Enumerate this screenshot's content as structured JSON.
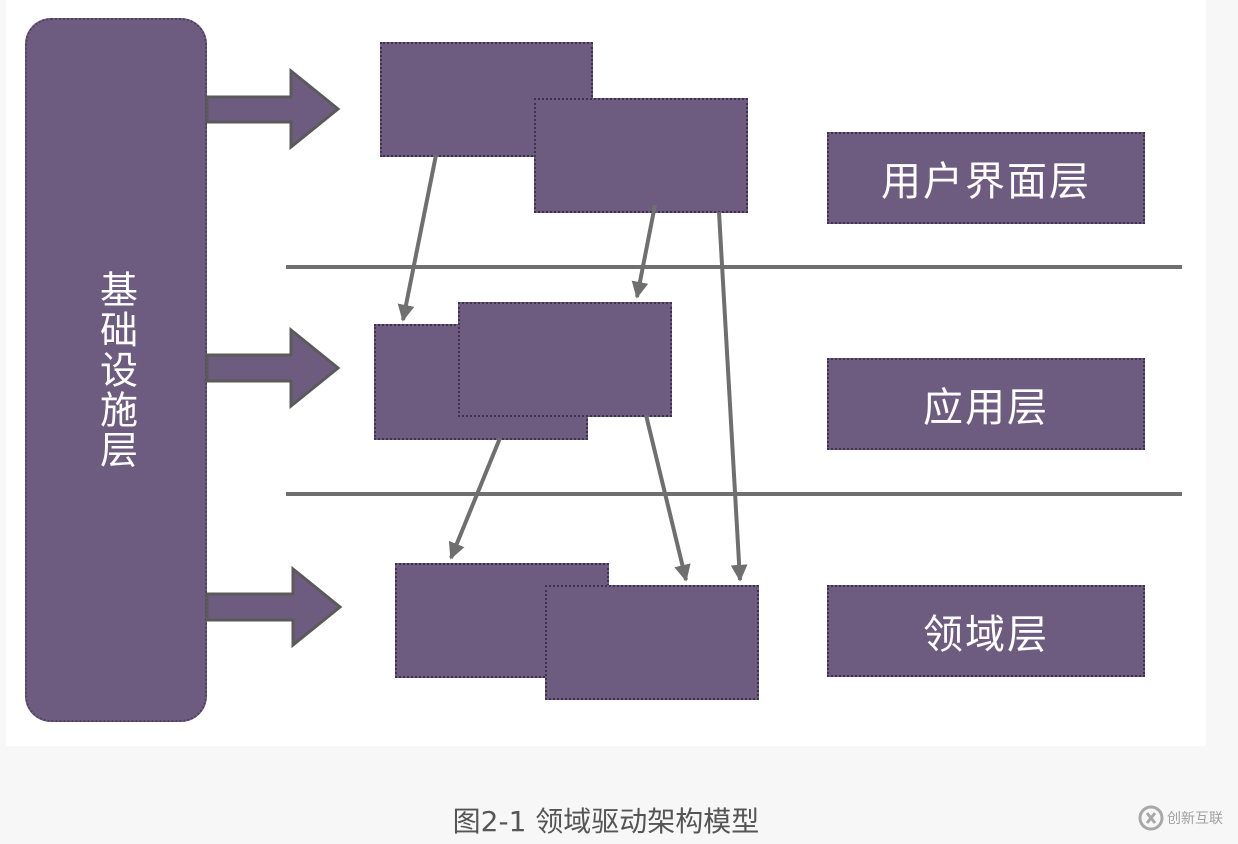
{
  "diagram": {
    "infrastructure_label": "基础设施层",
    "layers": [
      {
        "label": "用户界面层"
      },
      {
        "label": "应用层"
      },
      {
        "label": "领域层"
      }
    ]
  },
  "caption": "图2-1 领域驱动架构模型",
  "watermark": {
    "text": "创新互联",
    "icon": "logo-icon"
  },
  "colors": {
    "box_fill": "#6e5c80",
    "arrow": "#6f6f6f",
    "caption_text": "#555555"
  }
}
